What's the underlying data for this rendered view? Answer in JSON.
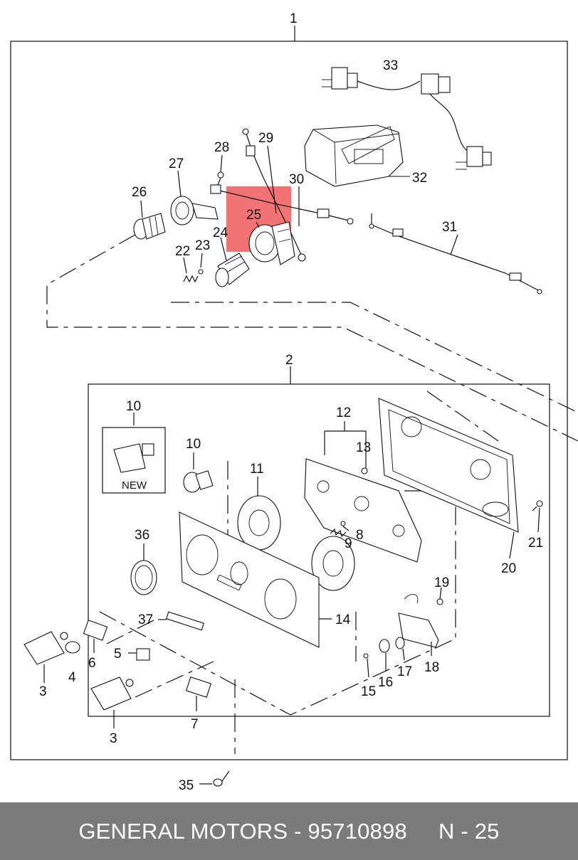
{
  "diagram": {
    "new_caption": "NEW",
    "highlight_color": "#f05a5a",
    "labels": [
      {
        "id": "1"
      },
      {
        "id": "2"
      },
      {
        "id": "3"
      },
      {
        "id": "3"
      },
      {
        "id": "4"
      },
      {
        "id": "5"
      },
      {
        "id": "6"
      },
      {
        "id": "7"
      },
      {
        "id": "8"
      },
      {
        "id": "9"
      },
      {
        "id": "10"
      },
      {
        "id": "10"
      },
      {
        "id": "11"
      },
      {
        "id": "12"
      },
      {
        "id": "13"
      },
      {
        "id": "14"
      },
      {
        "id": "15"
      },
      {
        "id": "16"
      },
      {
        "id": "17"
      },
      {
        "id": "18"
      },
      {
        "id": "19"
      },
      {
        "id": "20"
      },
      {
        "id": "21"
      },
      {
        "id": "22"
      },
      {
        "id": "23"
      },
      {
        "id": "24"
      },
      {
        "id": "25"
      },
      {
        "id": "26"
      },
      {
        "id": "27"
      },
      {
        "id": "28"
      },
      {
        "id": "29"
      },
      {
        "id": "30"
      },
      {
        "id": "31"
      },
      {
        "id": "32"
      },
      {
        "id": "33"
      },
      {
        "id": "35"
      },
      {
        "id": "36"
      },
      {
        "id": "37"
      }
    ]
  },
  "footer": {
    "text": "GENERAL MOTORS - 95710898     N - 25",
    "background": "#7b7b7b"
  }
}
